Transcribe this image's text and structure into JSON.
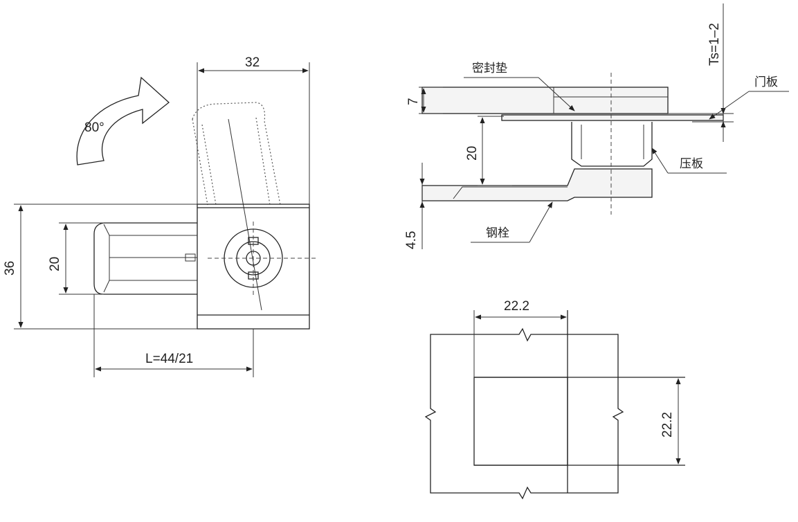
{
  "side_view": {
    "rotation_label": "80°",
    "dim_width": "32",
    "dim_height": "36",
    "dim_body": "20",
    "dim_length": "L=44/21"
  },
  "section_view": {
    "dim_thickness": "Ts=1–2",
    "dim_seal": "7",
    "dim_grip": "20",
    "dim_bolt": "4.5",
    "label_seal": "密封垫",
    "label_door": "门板",
    "label_plate": "压板",
    "label_bolt": "钢栓"
  },
  "cutout_view": {
    "dim_width": "22.2",
    "dim_height": "22.2"
  }
}
